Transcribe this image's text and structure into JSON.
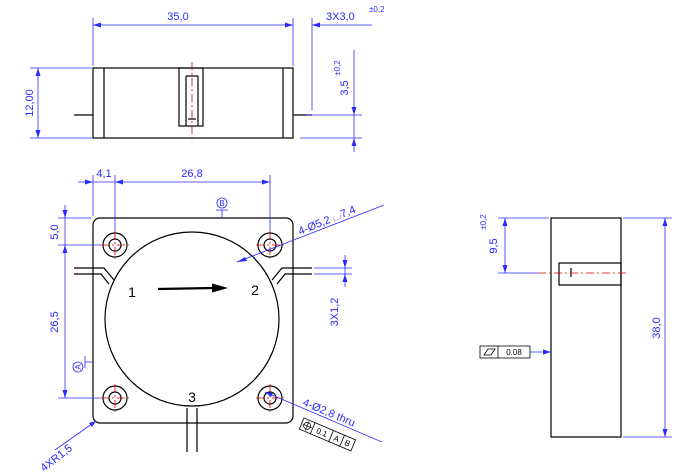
{
  "dimensions": {
    "top_width": "35,0",
    "top_pin": "3X3,0",
    "top_pin_tol": "±0,2",
    "top_pin_height": "3,5",
    "top_pin_height_tol": "±0,2",
    "top_height": "12,00",
    "left_offset": "4,1",
    "hole_spacing_h": "26,8",
    "hole_top": "5,0",
    "hole_spacing_v": "26,5",
    "corner_radius": "4XR1,5",
    "pin_width": "3X1,2",
    "counterbore": "4-Ø5,2",
    "counterbore_depth": "7,4",
    "thru_hole": "4-Ø2,8 thru",
    "side_pin_pos": "9,5",
    "side_pin_tol": "±0,2",
    "side_height": "38,0"
  },
  "labels": {
    "port_1": "1",
    "port_2": "2",
    "port_3": "3",
    "datum_a": "A",
    "datum_b": "B"
  },
  "tolerances": {
    "flatness_value": "0.08",
    "position_value": "0.1",
    "position_ref_a": "A",
    "position_ref_b": "B"
  }
}
